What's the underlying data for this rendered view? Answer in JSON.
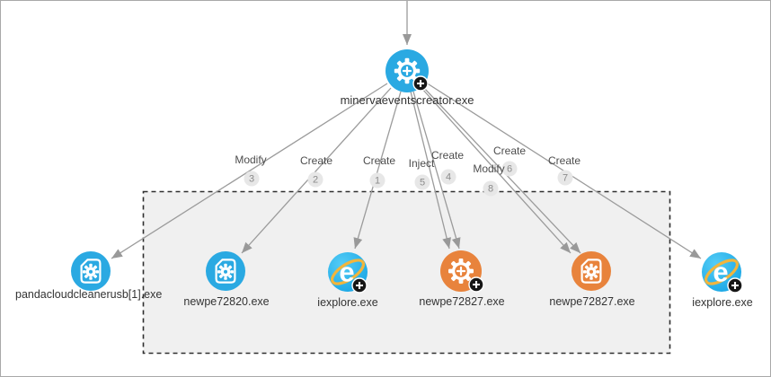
{
  "root_node": {
    "label": "minervaeventscreator.exe",
    "icon": "gear-plus-icon",
    "color": "#2aa9e2",
    "has_expand_badge": true
  },
  "edges": [
    {
      "action": "Modify",
      "order": "3",
      "target": "pandacloudcleanerusb[1].exe"
    },
    {
      "action": "Create",
      "order": "2",
      "target": "newpe72820.exe"
    },
    {
      "action": "Create",
      "order": "1",
      "target": "iexplore.exe"
    },
    {
      "action": "Inject",
      "order": "5",
      "target": "newpe72827.exe"
    },
    {
      "action": "Create",
      "order": "4",
      "target": "newpe72827.exe"
    },
    {
      "action": "Create",
      "order": "6",
      "target": "newpe72827.exe"
    },
    {
      "action": "Modify",
      "order": "8",
      "target": "newpe72827.exe"
    },
    {
      "action": "Create",
      "order": "7",
      "target": "iexplore.exe"
    }
  ],
  "child_nodes": [
    {
      "label": "pandacloudcleanerusb[1].exe",
      "icon": "file-gear-icon",
      "color": "#2aa9e2",
      "has_expand_badge": false
    },
    {
      "label": "newpe72820.exe",
      "icon": "file-gear-icon",
      "color": "#2aa9e2",
      "has_expand_badge": false
    },
    {
      "label": "iexplore.exe",
      "icon": "internet-explorer-icon",
      "color": "#1db7ef",
      "has_expand_badge": true
    },
    {
      "label": "newpe72827.exe",
      "icon": "gear-plus-icon",
      "color": "#e8833c",
      "has_expand_badge": true
    },
    {
      "label": "newpe72827.exe",
      "icon": "file-gear-icon",
      "color": "#e8833c",
      "has_expand_badge": false
    },
    {
      "label": "iexplore.exe",
      "icon": "internet-explorer-icon",
      "color": "#1db7ef",
      "has_expand_badge": true
    }
  ],
  "icons": {
    "expand_badge": "plus-in-circle",
    "process": "gear-plus",
    "file_process": "file-with-gear",
    "browser": "internet-explorer-e",
    "ie_glyph": "e"
  },
  "colors": {
    "node_blue": "#2aa9e2",
    "node_orange": "#e8833c",
    "ie_blue": "#1db7ef",
    "ie_swoosh_yellow": "#f2b53c",
    "arrow_gray": "#9b9b9b",
    "label_text": "#333333",
    "edge_label_text": "#4d4d4d",
    "order_badge_bg": "#e7e7e7",
    "order_badge_text": "#8b8b8b",
    "selection_fill": "#f0f0f0",
    "selection_border": "#2e2e2e",
    "expand_badge_bg": "#161616"
  }
}
